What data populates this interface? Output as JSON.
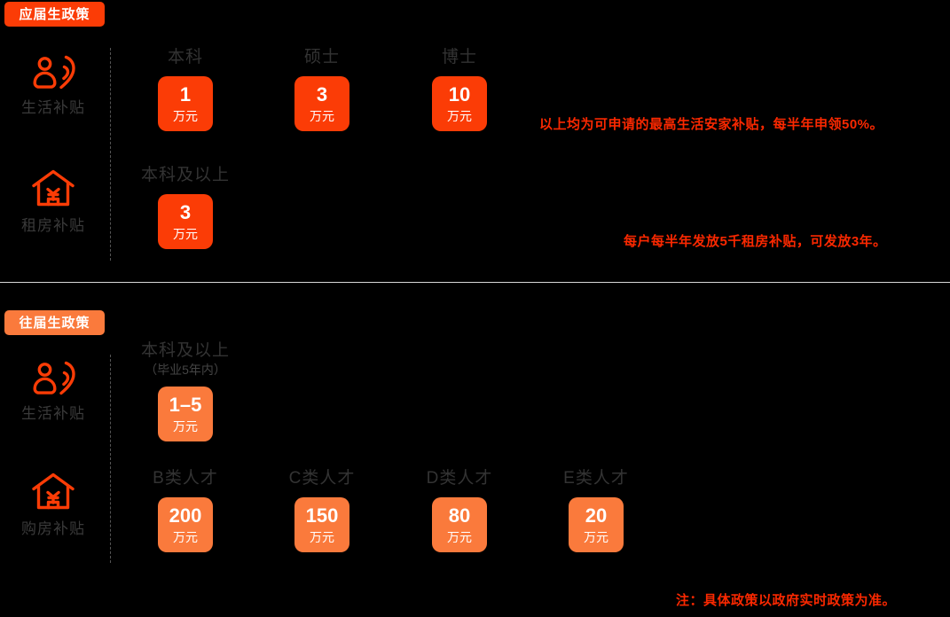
{
  "page": {
    "background": "#000000",
    "accent_strong": "#fb3c06",
    "accent_soft": "#fa7a3c",
    "note_color": "#fa2800",
    "divider_color": "#d8d8d8"
  },
  "sections": [
    {
      "badge": "应届生政策",
      "rows": [
        {
          "icon": "person-heart-icon",
          "label": "生活补贴",
          "items": [
            {
              "title": "本科",
              "sub": "",
              "value": "1",
              "unit": "万元"
            },
            {
              "title": "硕士",
              "sub": "",
              "value": "3",
              "unit": "万元"
            },
            {
              "title": "博士",
              "sub": "",
              "value": "10",
              "unit": "万元"
            }
          ],
          "note": "以上均为可申请的最高生活安家补贴，每半年申领50%。"
        },
        {
          "icon": "house-yuan-icon",
          "label": "租房补贴",
          "items": [
            {
              "title": "本科及以上",
              "sub": "",
              "value": "3",
              "unit": "万元"
            }
          ],
          "note": "每户每半年发放5千租房补贴，可发放3年。"
        }
      ]
    },
    {
      "badge": "往届生政策",
      "rows": [
        {
          "icon": "person-heart-icon",
          "label": "生活补贴",
          "items": [
            {
              "title": "本科及以上",
              "sub": "（毕业5年内）",
              "value": "1–5",
              "unit": "万元"
            }
          ],
          "note": ""
        },
        {
          "icon": "house-yuan-icon",
          "label": "购房补贴",
          "items": [
            {
              "title": "B类人才",
              "sub": "",
              "value": "200",
              "unit": "万元"
            },
            {
              "title": "C类人才",
              "sub": "",
              "value": "150",
              "unit": "万元"
            },
            {
              "title": "D类人才",
              "sub": "",
              "value": "80",
              "unit": "万元"
            },
            {
              "title": "E类人才",
              "sub": "",
              "value": "20",
              "unit": "万元"
            }
          ],
          "note": ""
        }
      ]
    }
  ],
  "footnote": "注：具体政策以政府实时政策为准。"
}
